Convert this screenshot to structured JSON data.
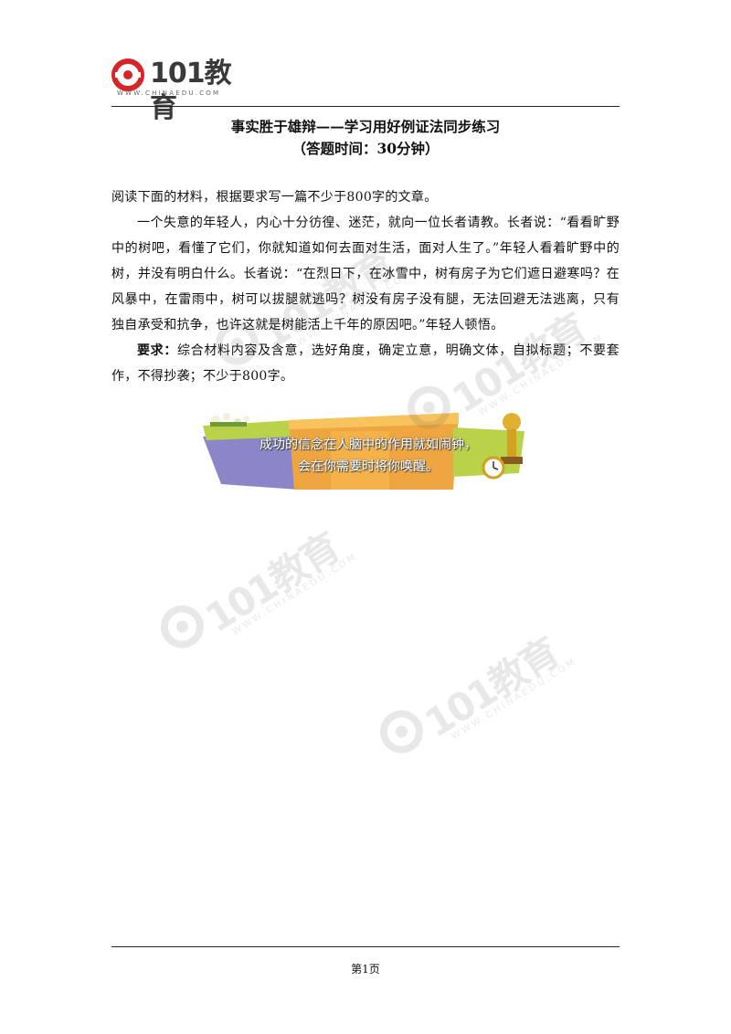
{
  "header": {
    "logo_text": "101教育",
    "logo_url_text": "WWW.CHINAEDU.COM"
  },
  "title": {
    "main": "事实胜于雄辩——学习用好例证法同步练习",
    "sub": "（答题时间：30分钟）"
  },
  "body": {
    "instruction": "阅读下面的材料，根据要求写一篇不少于800字的文章。",
    "material": "一个失意的年轻人，内心十分彷徨、迷茫，就向一位长者请教。长者说：“看看旷野中的树吧，看懂了它们，你就知道如何去面对生活，面对人生了。”年轻人看着旷野中的树，并没有明白什么。长者说：“在烈日下，在冰雪中，树有房子为它们遮日避寒吗？在风暴中，在雷雨中，树可以拔腿就逃吗？树没有房子没有腿，无法回避无法逃离，只有独自承受和抗争，也许这就是树能活上千年的原因吧。”年轻人顿悟。",
    "requirement_label": "要求：",
    "requirement_text": "综合材料内容及含意，选好角度，确定立意，明确文体，自拟标题；不要套作，不得抄袭；不少于800字。"
  },
  "banner": {
    "line1": "成功的信念在人脑中的作用就如闹钟，",
    "line2": "会在你需要时将你唤醒。"
  },
  "watermark": {
    "text": "101教育",
    "sub": "WWW.CHINAEDU.COM"
  },
  "footer": {
    "page": "第1页"
  },
  "colors": {
    "logo_red": "#d6262a",
    "banner_orange": "#f0a640",
    "banner_purple": "#8a86c8",
    "banner_green": "#b9d24a"
  }
}
